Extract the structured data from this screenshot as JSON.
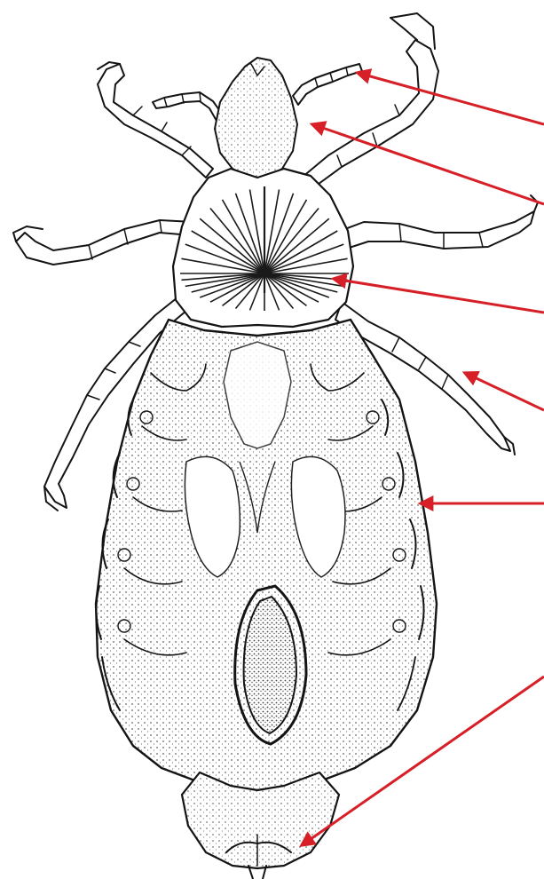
{
  "figure": {
    "subject": "louse-anatomy-illustration",
    "background_color": "#ffffff",
    "ink_color": "#141414",
    "arrow_color": "#d61f26",
    "labels": []
  },
  "pointers": [
    {
      "name": "antenna-pointer",
      "target": "antenna"
    },
    {
      "name": "head-pointer",
      "target": "head"
    },
    {
      "name": "thorax-pointer",
      "target": "thorax"
    },
    {
      "name": "leg-pointer",
      "target": "leg"
    },
    {
      "name": "abdomen-pointer",
      "target": "abdomen"
    },
    {
      "name": "posterior-pointer",
      "target": "posterior-end"
    }
  ]
}
